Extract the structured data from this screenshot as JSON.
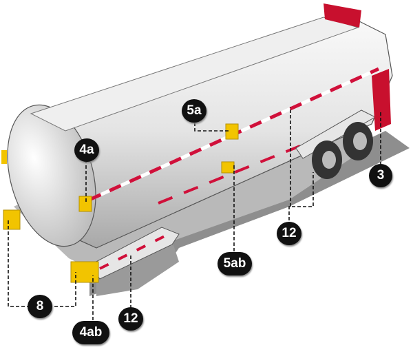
{
  "title": "Tank trailer reflector and lamp locations",
  "callouts": {
    "c4a": "4a",
    "c5a": "5a",
    "c3": "3",
    "c12_upper": "12",
    "c5ab": "5ab",
    "c12_lower": "12",
    "c8": "8",
    "c4ab": "4ab"
  },
  "colors": {
    "reflector_red": "#d0103a",
    "lamp_amber": "#f2c400",
    "tank": "#d8d8d8",
    "shadow": "#8c8c8c",
    "label_bg": "#111111"
  }
}
